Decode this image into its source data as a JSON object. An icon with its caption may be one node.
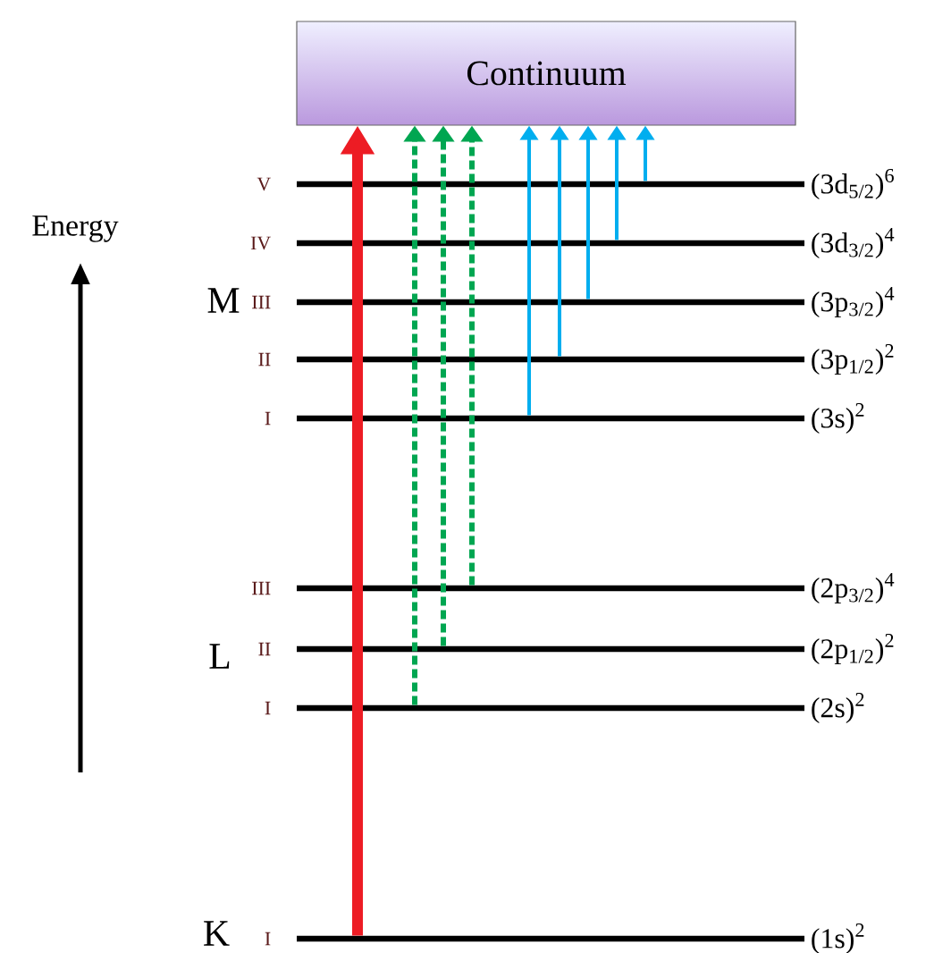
{
  "diagram": {
    "nodes": [
      {
        "text": [
          "Continuum"
        ]
      },
      {
        "text": [
          "(3d$_{5/2}$)$^{6}$"
        ],
        "beside": [
          "V"
        ]
      },
      {
        "text": [
          "(3d$_{3/2}$)$^{4}$"
        ],
        "beside": [
          "IV"
        ]
      },
      {
        "text": [
          "(3p$_{3/2}$)$^{4}$"
        ],
        "beside": [
          "III"
        ]
      },
      {
        "text": [
          "(3p$_{1/2}$)$^{2}$"
        ],
        "beside": [
          "II"
        ]
      },
      {
        "text": [
          "(3s)$^{2}$"
        ],
        "beside": [
          "I"
        ]
      },
      {
        "text": [
          "(2p$_{3/2}$)$^{4}$"
        ],
        "beside": [
          "III"
        ]
      },
      {
        "text": [
          "(2p$_{1/2}$)$^{2}$"
        ],
        "beside": [
          "II"
        ]
      },
      {
        "text": [
          "(2s)$^{2}$"
        ],
        "beside": [
          "I"
        ]
      },
      {
        "text": [
          "(1s)$^{2}$"
        ],
        "beside": [
          "I"
        ]
      }
    ],
    "edges": [
      {
        "from": 9,
        "to": 0,
        "arrow": "to",
        "style": "thick",
        "color": "#ed1c24"
      },
      {
        "from": 8,
        "to": 0,
        "arrow": "to",
        "style": "dashed",
        "color": "#00a651"
      },
      {
        "from": 7,
        "to": 0,
        "arrow": "to",
        "style": "dashed",
        "color": "#00a651"
      },
      {
        "from": 6,
        "to": 0,
        "arrow": "to",
        "style": "dashed",
        "color": "#00a651"
      },
      {
        "from": 5,
        "to": 0,
        "arrow": "to",
        "color": "#00aeef"
      },
      {
        "from": 4,
        "to": 0,
        "arrow": "to",
        "color": "#00aeef"
      },
      {
        "from": 3,
        "to": 0,
        "arrow": "to",
        "color": "#00aeef"
      },
      {
        "from": 2,
        "to": 0,
        "arrow": "to",
        "color": "#00aeef"
      },
      {
        "from": 1,
        "to": 0,
        "arrow": "to",
        "color": "#00aeef"
      }
    ],
    "labels": [
      "Energy",
      "M",
      "L",
      "K"
    ]
  }
}
